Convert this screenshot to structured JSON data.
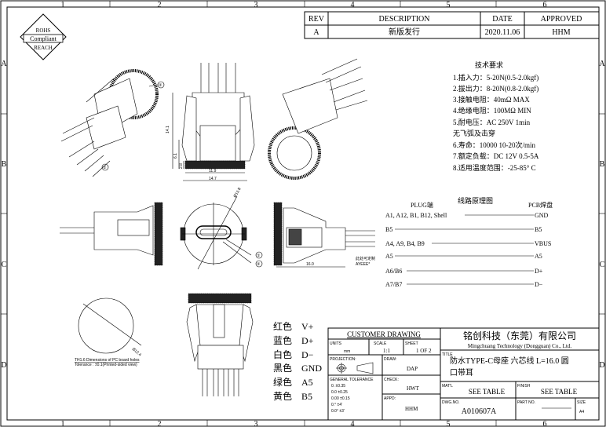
{
  "frame": {
    "columns": [
      "1",
      "2",
      "3",
      "4",
      "5",
      "6"
    ],
    "rows": [
      "A",
      "B",
      "C",
      "D"
    ]
  },
  "rohs": {
    "line1": "ROHS",
    "line2": "Compliant",
    "line3": "REACH"
  },
  "revision_table": {
    "headers": {
      "rev": "REV",
      "description": "DESCRIPTION",
      "date": "DATE",
      "approved": "APPROVED"
    },
    "rows": [
      {
        "rev": "A",
        "description": "新版发行",
        "date": "2020.11.06",
        "approved": "HHM"
      }
    ]
  },
  "tech_requirements": {
    "title": "技术要求",
    "items": [
      "1.插入力：5-20N(0.5-2.0kgf)",
      "2.拔出力：8-20N(0.8-2.0kgf)",
      "3.接触电阻：40mΩ MAX",
      "4.绝缘电阻：100MΩ MIN",
      "5.耐电压：AC 250V 1min",
      "无飞弧及击穿",
      "6.寿命：10000 10-20次/min",
      "7.额定负载：DC 12V 0.5-5A",
      "8.适用温度范围：-25-85° C"
    ]
  },
  "wiring": {
    "title": "线路原理图",
    "left_header": "PLUG端",
    "right_header": "PCB焊盘",
    "rows": [
      {
        "plug": "A1, A12, B1, B12, Shell",
        "pcb": "GND"
      },
      {
        "plug": "B5",
        "pcb": "B5"
      },
      {
        "plug": "A4, A9, B4, B9",
        "pcb": "VBUS"
      },
      {
        "plug": "A5",
        "pcb": "A5"
      },
      {
        "plug": "A6/B6",
        "pcb": "D+"
      },
      {
        "plug": "A7/B7",
        "pcb": "D−"
      }
    ]
  },
  "dimensions": {
    "height_total": "14.1",
    "height_mid": "6.1",
    "height_nut": "2.8",
    "width_inner": "11.9",
    "width_outer": "14.7",
    "diameter": "Ø13.8",
    "length": "16.0",
    "wire_note": "此处可定制",
    "wire_note2": "AYEEE*",
    "hole_dia": "Ø12.4",
    "hole_caption": "TH1.6 Dimensions of PC board holes",
    "hole_tolerance": "Tolerance : ±0.1(Printed-sided view)",
    "callout1": "①",
    "callout2": "②"
  },
  "color_legend": [
    {
      "color": "红色",
      "signal": "V+"
    },
    {
      "color": "蓝色",
      "signal": "D+"
    },
    {
      "color": "白色",
      "signal": "D−"
    },
    {
      "color": "黑色",
      "signal": "GND"
    },
    {
      "color": "绿色",
      "signal": "A5"
    },
    {
      "color": "黄色",
      "signal": "B5"
    }
  ],
  "title_block": {
    "customer_drawing": "CUSTOMER DRAWING",
    "units_label": "UNITS",
    "units": "mm",
    "scale_label": "SCALE",
    "scale": "1:1",
    "sheet_label": "SHEET",
    "sheet": "1 OF 2",
    "projection_label": "PROJECTION:",
    "draw_label": "DRAW:",
    "draw": "DAP",
    "check_label": "CHECK:",
    "check": "HWT",
    "appd_label": "APPD:",
    "appd": "HHM",
    "tolerance_label": "GENERAL TOLERANCE",
    "tolerances": [
      "0.    ±0.35",
      "0.0   ±0.25",
      "0.00  ±0.15",
      "0.°   ±4'",
      "0.0°  ±3'"
    ],
    "company_cn": "铭创科技（东莞）有限公司",
    "company_en": "Mingchuang Technology (Dongguan) Co., Ltd.",
    "title_label": "TITLE",
    "title_line1": "防水TYPE-C母座 六芯线 L=16.0 圆",
    "title_line2": "口带耳",
    "matl_label": "MAT'L",
    "matl": "SEE TABLE",
    "finish_label": "FINISH",
    "finish": "SEE TABLE",
    "dwg_label": "DWG.NO.",
    "dwg": "A010607A",
    "part_label": "PART NO.",
    "size_label": "SIZE",
    "size": "A4"
  }
}
